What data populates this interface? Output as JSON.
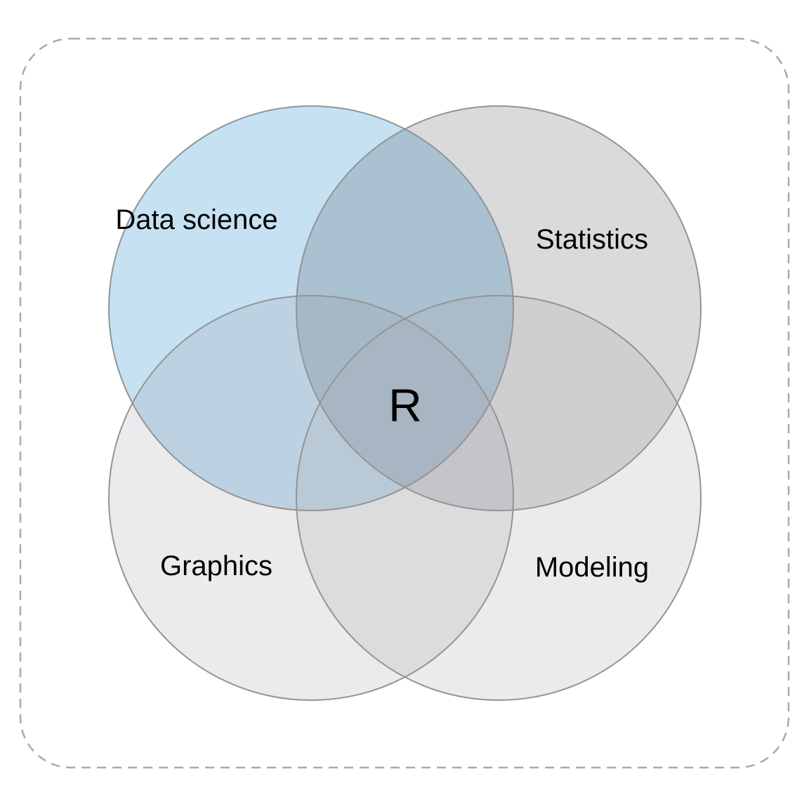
{
  "diagram": {
    "type": "venn",
    "center_label": "R",
    "sets": [
      {
        "label": "Data science",
        "fill": "#c5e1f2",
        "fill_opacity": "1"
      },
      {
        "label": "Statistics",
        "fill": "#22222e",
        "fill_opacity": "0.17"
      },
      {
        "label": "Graphics",
        "fill": "#9696a0",
        "fill_opacity": "0.19"
      },
      {
        "label": "Modeling",
        "fill": "#afafb4",
        "fill_opacity": "0.25"
      }
    ],
    "colors": {
      "background": "#ffffff",
      "circle_stroke": "#949494",
      "border_stroke": "#aaaaaa",
      "text": "#000000",
      "blue_region": "#c5e1f2",
      "center_region": "#a8b8c2"
    }
  }
}
